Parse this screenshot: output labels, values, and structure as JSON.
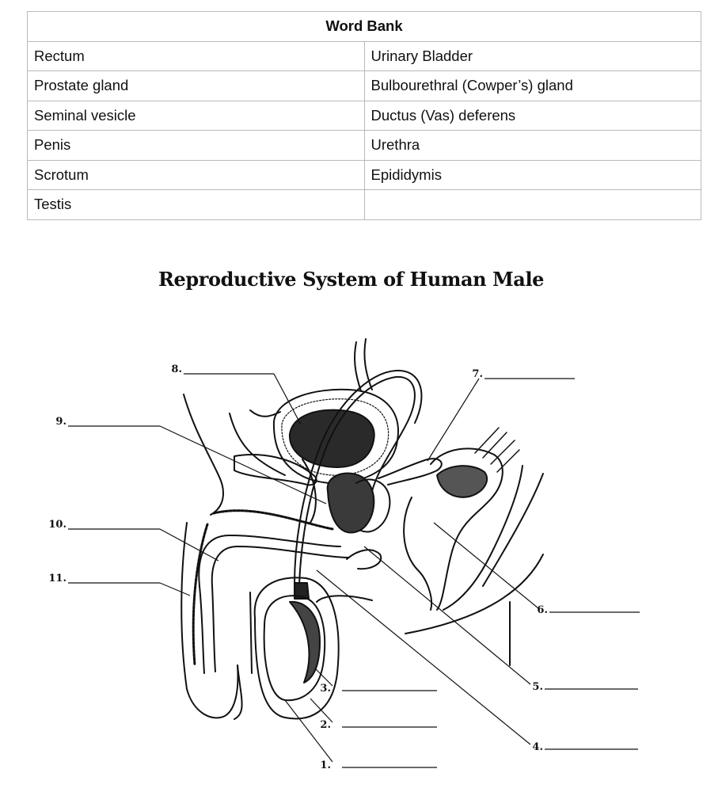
{
  "word_bank": {
    "title": "Word Bank",
    "rows": [
      [
        "Rectum",
        "Urinary Bladder"
      ],
      [
        "Prostate gland",
        "Bulbourethral (Cowper’s) gland"
      ],
      [
        "Seminal vesicle",
        "Ductus (Vas) deferens"
      ],
      [
        "Penis",
        "Urethra"
      ],
      [
        "Scrotum",
        "Epididymis"
      ],
      [
        "Testis",
        ""
      ]
    ]
  },
  "diagram": {
    "title": "Reproductive System of Human Male",
    "labels": [
      "1.",
      "2.",
      "3.",
      "4.",
      "5.",
      "6.",
      "7.",
      "8.",
      "9.",
      "10.",
      "11."
    ]
  }
}
